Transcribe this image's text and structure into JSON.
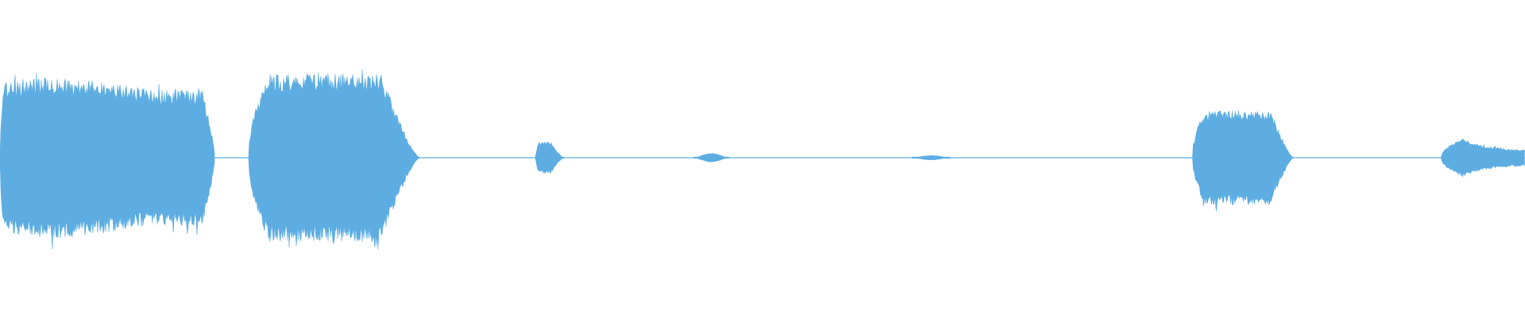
{
  "waveform": {
    "color": "#5DADE2",
    "background": "#FFFFFF",
    "segments": [
      {
        "id": "segment-1",
        "start": 0.0,
        "end": 0.141,
        "peak": 0.7,
        "shape": "sustained"
      },
      {
        "id": "segment-2",
        "start": 0.163,
        "end": 0.275,
        "peak": 0.73,
        "shape": "swell"
      },
      {
        "id": "segment-3",
        "start": 0.351,
        "end": 0.37,
        "peak": 0.14,
        "shape": "burst"
      },
      {
        "id": "segment-4",
        "start": 0.455,
        "end": 0.478,
        "peak": 0.04,
        "shape": "blip"
      },
      {
        "id": "segment-5",
        "start": 0.598,
        "end": 0.623,
        "peak": 0.02,
        "shape": "blip"
      },
      {
        "id": "segment-6",
        "start": 0.782,
        "end": 0.848,
        "peak": 0.41,
        "shape": "swell"
      },
      {
        "id": "segment-7",
        "start": 0.945,
        "end": 1.0,
        "peak": 0.17,
        "shape": "decay"
      }
    ]
  }
}
